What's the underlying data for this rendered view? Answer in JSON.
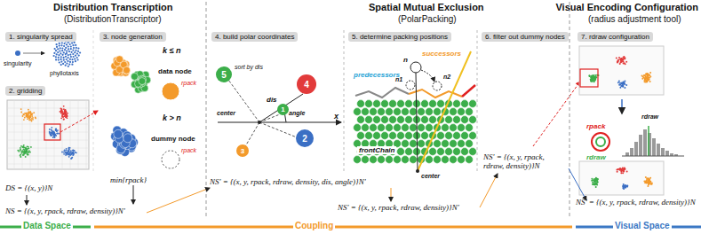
{
  "diagram": {
    "nodes": [
      {
        "text": [
          "1. singularity spread"
        ]
      },
      {
        "text": [
          "2. gridding"
        ]
      },
      {
        "text": [
          "3. node generation"
        ]
      },
      {
        "text": [
          "4. build polar coordinates"
        ]
      },
      {
        "text": [
          "5. determine packing positions"
        ]
      },
      {
        "text": [
          "6. filter out dummy nodes"
        ]
      },
      {
        "text": [
          "7. rdraw configuration"
        ]
      },
      {
        "text": [
          "5"
        ]
      },
      {
        "text": [
          "4"
        ]
      },
      {
        "text": [
          "1"
        ]
      },
      {
        "text": [
          "2"
        ]
      },
      {
        "text": [
          "3"
        ]
      }
    ],
    "labels": [
      "Distribution Transcription",
      "(DistributionTranscriptor)",
      "Spatial Mutual Exclusion",
      "(PolarPacking)",
      "Visual Encoding Configuration",
      "(radius adjustment tool)",
      "singularity",
      "phyllotaxis",
      "k ≤ n",
      "data node",
      "rpack",
      "k > n",
      "dummy node",
      "rpack",
      "sort by dis",
      "center",
      "dis",
      "angle",
      "x",
      "predecessors",
      "successors",
      "n",
      "n1",
      "n2",
      "frontChain",
      "center",
      "rpack",
      "rdraw",
      "rdraw",
      "DS = {(x, y)}N",
      "min{rpack}",
      "NS = {(x, y, rpack, rdraw, density)}N'",
      "NS' = {(x, y, rpack, rdraw, density, dis, angle)}N'",
      "NS' = {(x, y, rpack, rdraw, density)}N'",
      "NS' = {(x, y, rpack, rdraw, density)}N",
      "NS' = {(x, y, rpack, rdraw, density)}N",
      "Data Space",
      "Coupling",
      "Visual Space"
    ]
  }
}
